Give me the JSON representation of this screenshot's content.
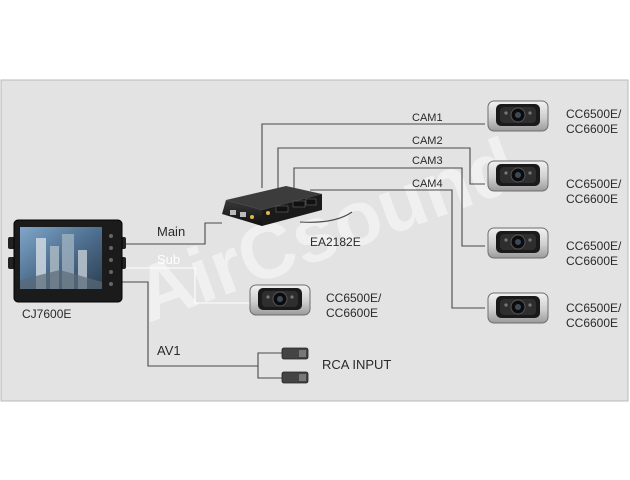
{
  "monitor": {
    "model": "CJ7600E"
  },
  "splitter": {
    "model": "EA2182E"
  },
  "connections": {
    "main": "Main",
    "sub": "Sub",
    "av1": "AV1",
    "cam1": "CAM1",
    "cam2": "CAM2",
    "cam3": "CAM3",
    "cam4": "CAM4"
  },
  "cameras": [
    {
      "line1": "CC6500E/",
      "line2": "CC6600E"
    },
    {
      "line1": "CC6500E/",
      "line2": "CC6600E"
    },
    {
      "line1": "CC6500E/",
      "line2": "CC6600E"
    },
    {
      "line1": "CC6500E/",
      "line2": "CC6600E"
    },
    {
      "line1": "CC6500E/",
      "line2": "CC6600E"
    }
  ],
  "rca": {
    "label": "RCA INPUT"
  },
  "watermark": {
    "text": "AirCsound"
  },
  "colors": {
    "panel": "#e3e3e3",
    "wire": "#4a4a4a",
    "device": "#1c1c1c",
    "camera_body": "#d8d8d8"
  }
}
